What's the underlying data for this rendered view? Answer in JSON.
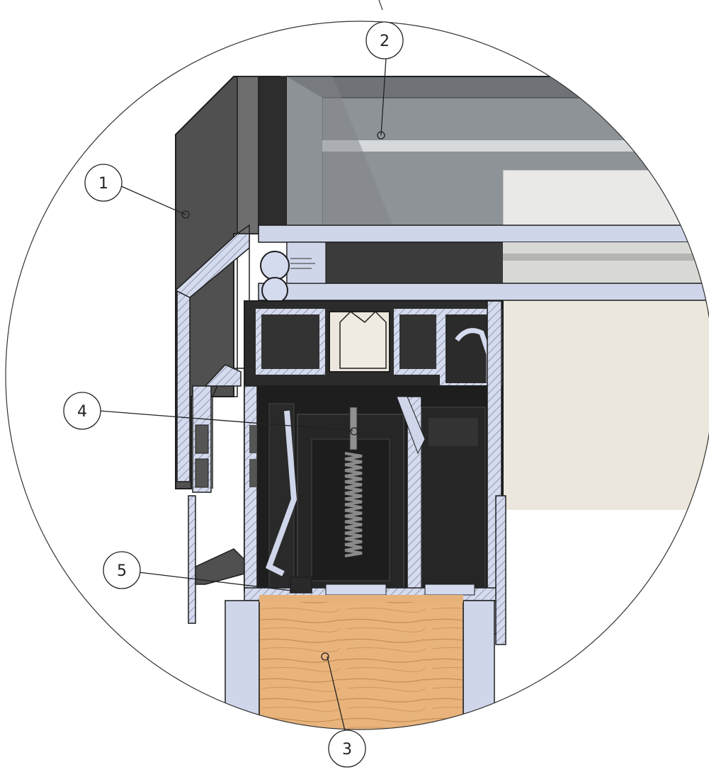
{
  "callouts": [
    {
      "id": "1",
      "label": "1"
    },
    {
      "id": "2",
      "label": "2"
    },
    {
      "id": "3",
      "label": "3"
    },
    {
      "id": "4",
      "label": "4"
    },
    {
      "id": "5",
      "label": "5"
    }
  ],
  "colors": {
    "frame_dark": "#4a4a4a",
    "frame_mid": "#6b6b6b",
    "glass": "#8f9498",
    "glass_light": "#c9cccf",
    "spacer_blue": "#cfd6ea",
    "profile_outline": "#2a2a2a",
    "chamber_dark": "#2b2b2b",
    "cream": "#ece7dc",
    "wood": "#e6b27a",
    "wood_grain": "#c88c52",
    "spring": "#6d6d6d"
  }
}
